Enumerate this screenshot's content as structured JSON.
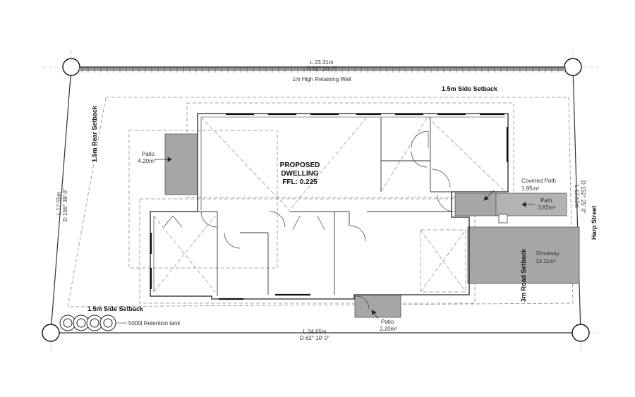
{
  "boundary": {
    "top_length": "L 23.31m",
    "top_bearing": "D 62° 10' 0\"",
    "bottom_length": "L 24.65m",
    "bottom_bearing": "D 62° 10' 0\"",
    "left_length": "L 12.55m",
    "left_bearing": "D 156° 39' 0\"",
    "right_length": "L 12.52m",
    "right_bearing": "D 152° 25' 0\""
  },
  "labels": {
    "retaining_wall": "1m High Retaining Wall",
    "side_setback_top": "1.5m Side Setback",
    "rear_setback": "1.5m Rear Setback",
    "side_setback_bottom": "1.5m Side Setback",
    "road_setback": "3m Road Setback",
    "street": "Harp Street",
    "dwelling_line1": "PROPOSED",
    "dwelling_line2": "DWELLING",
    "dwelling_line3": "FFL: 0.225",
    "tank": "5000l Retention tank"
  },
  "areas": {
    "patio_left_name": "Patio",
    "patio_left_area": "4.20m²",
    "patio_bottom_name": "Patio",
    "patio_bottom_area": "2.20m²",
    "covered_path_name": "Covered Path",
    "covered_path_area": "1.95m²",
    "path_name": "Path",
    "path_area": "3.82m²",
    "driveway_name": "Driveway",
    "driveway_area": "13.11m²"
  },
  "colors": {
    "line": "#333333",
    "fill_grey": "#a6a6a6",
    "dashed": "#8a8a8a",
    "background": "#ffffff"
  }
}
